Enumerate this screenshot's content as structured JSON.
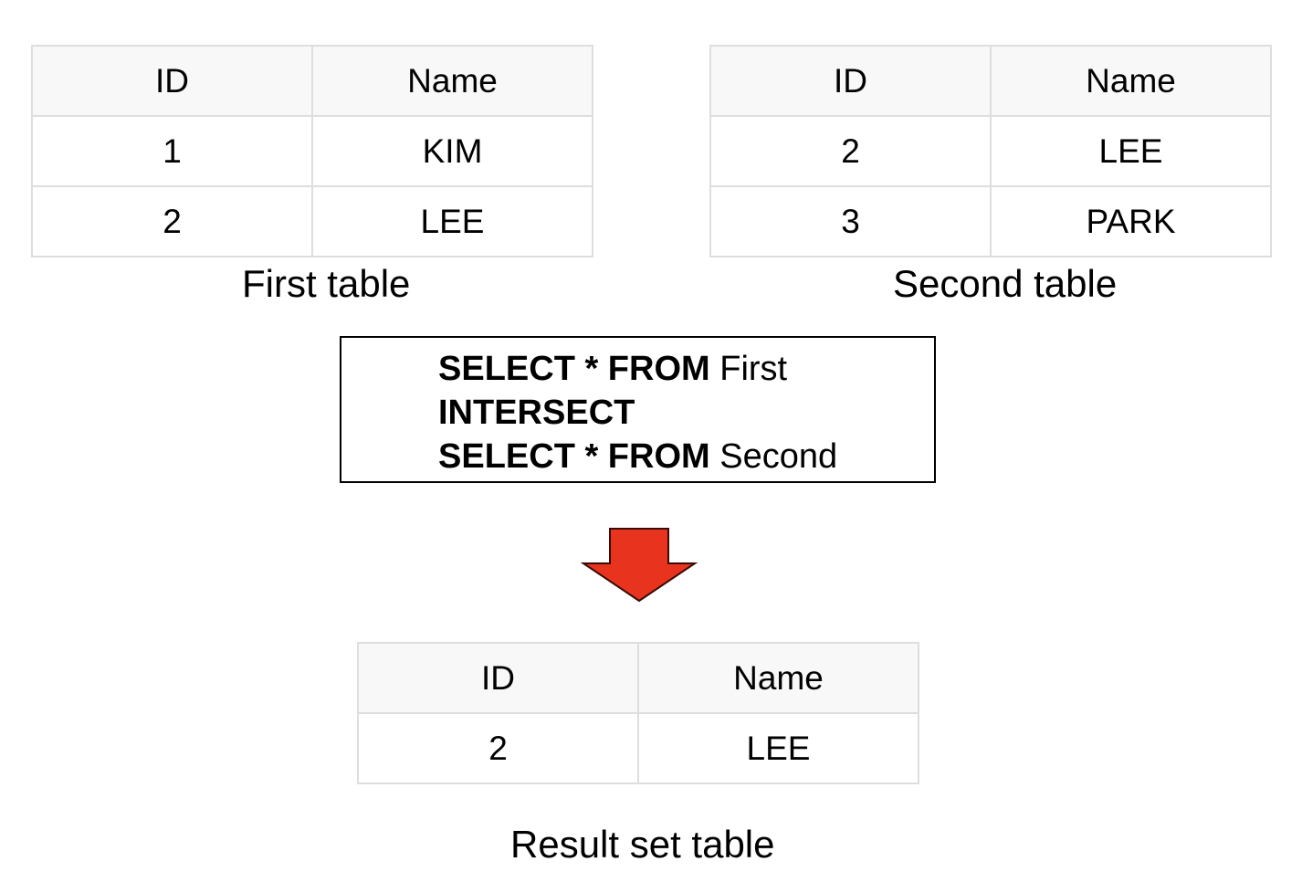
{
  "columns": [
    "ID",
    "Name"
  ],
  "first_table": {
    "caption": "First table",
    "rows": [
      [
        "1",
        "KIM"
      ],
      [
        "2",
        "LEE"
      ]
    ]
  },
  "second_table": {
    "caption": "Second table",
    "rows": [
      [
        "2",
        "LEE"
      ],
      [
        "3",
        "PARK"
      ]
    ]
  },
  "query": {
    "line1_keyword": "SELECT * FROM",
    "line1_table": "First",
    "line2_keyword": "INTERSECT",
    "line3_keyword": "SELECT * FROM",
    "line3_table": "Second"
  },
  "result_table": {
    "caption": "Result set table",
    "rows": [
      [
        "2",
        "LEE"
      ]
    ]
  },
  "colors": {
    "arrow_fill": "#e8341f",
    "arrow_stroke": "#3a0a05",
    "table_border": "#dedede",
    "header_bg": "#f8f8f8"
  },
  "icons": {
    "arrow": "down-arrow-icon"
  }
}
